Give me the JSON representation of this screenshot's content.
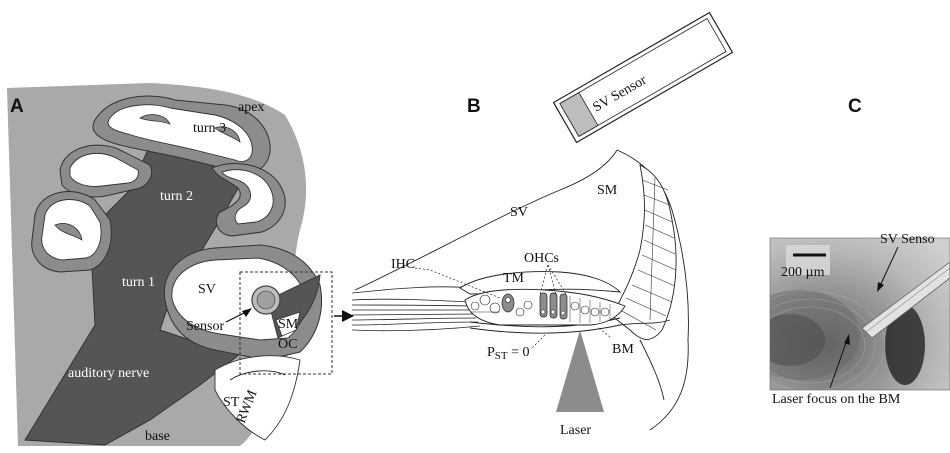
{
  "panels": [
    "A",
    "B",
    "C"
  ],
  "panel_a": {
    "apex": "apex",
    "turn3": "turn 3",
    "turn2": "turn 2",
    "turn1": "turn 1",
    "sv": "SV",
    "sensor": "Sensor",
    "sm": "SM",
    "oc": "OC",
    "auditory_nerve": "auditory nerve",
    "st": "ST",
    "rwm": "RWM",
    "base": "base"
  },
  "panel_b": {
    "sv_sensor": "SV Sensor",
    "sv": "SV",
    "sm": "SM",
    "ihc": "IHC",
    "ohcs": "OHCs",
    "tm": "TM",
    "pst_p": "P",
    "pst_sub": "ST",
    "pst_eq": " = 0",
    "bm": "BM",
    "laser": "Laser"
  },
  "panel_c": {
    "scale_bar": "200 µm",
    "sv_sensor": "SV Senso",
    "laser_focus": "Laser focus on the BM"
  },
  "colors": {
    "light_gray": "#a9a9a9",
    "mid_gray": "#8c8c8c",
    "dark_gray": "#555555",
    "photo_bg": "#a8a8a8"
  }
}
